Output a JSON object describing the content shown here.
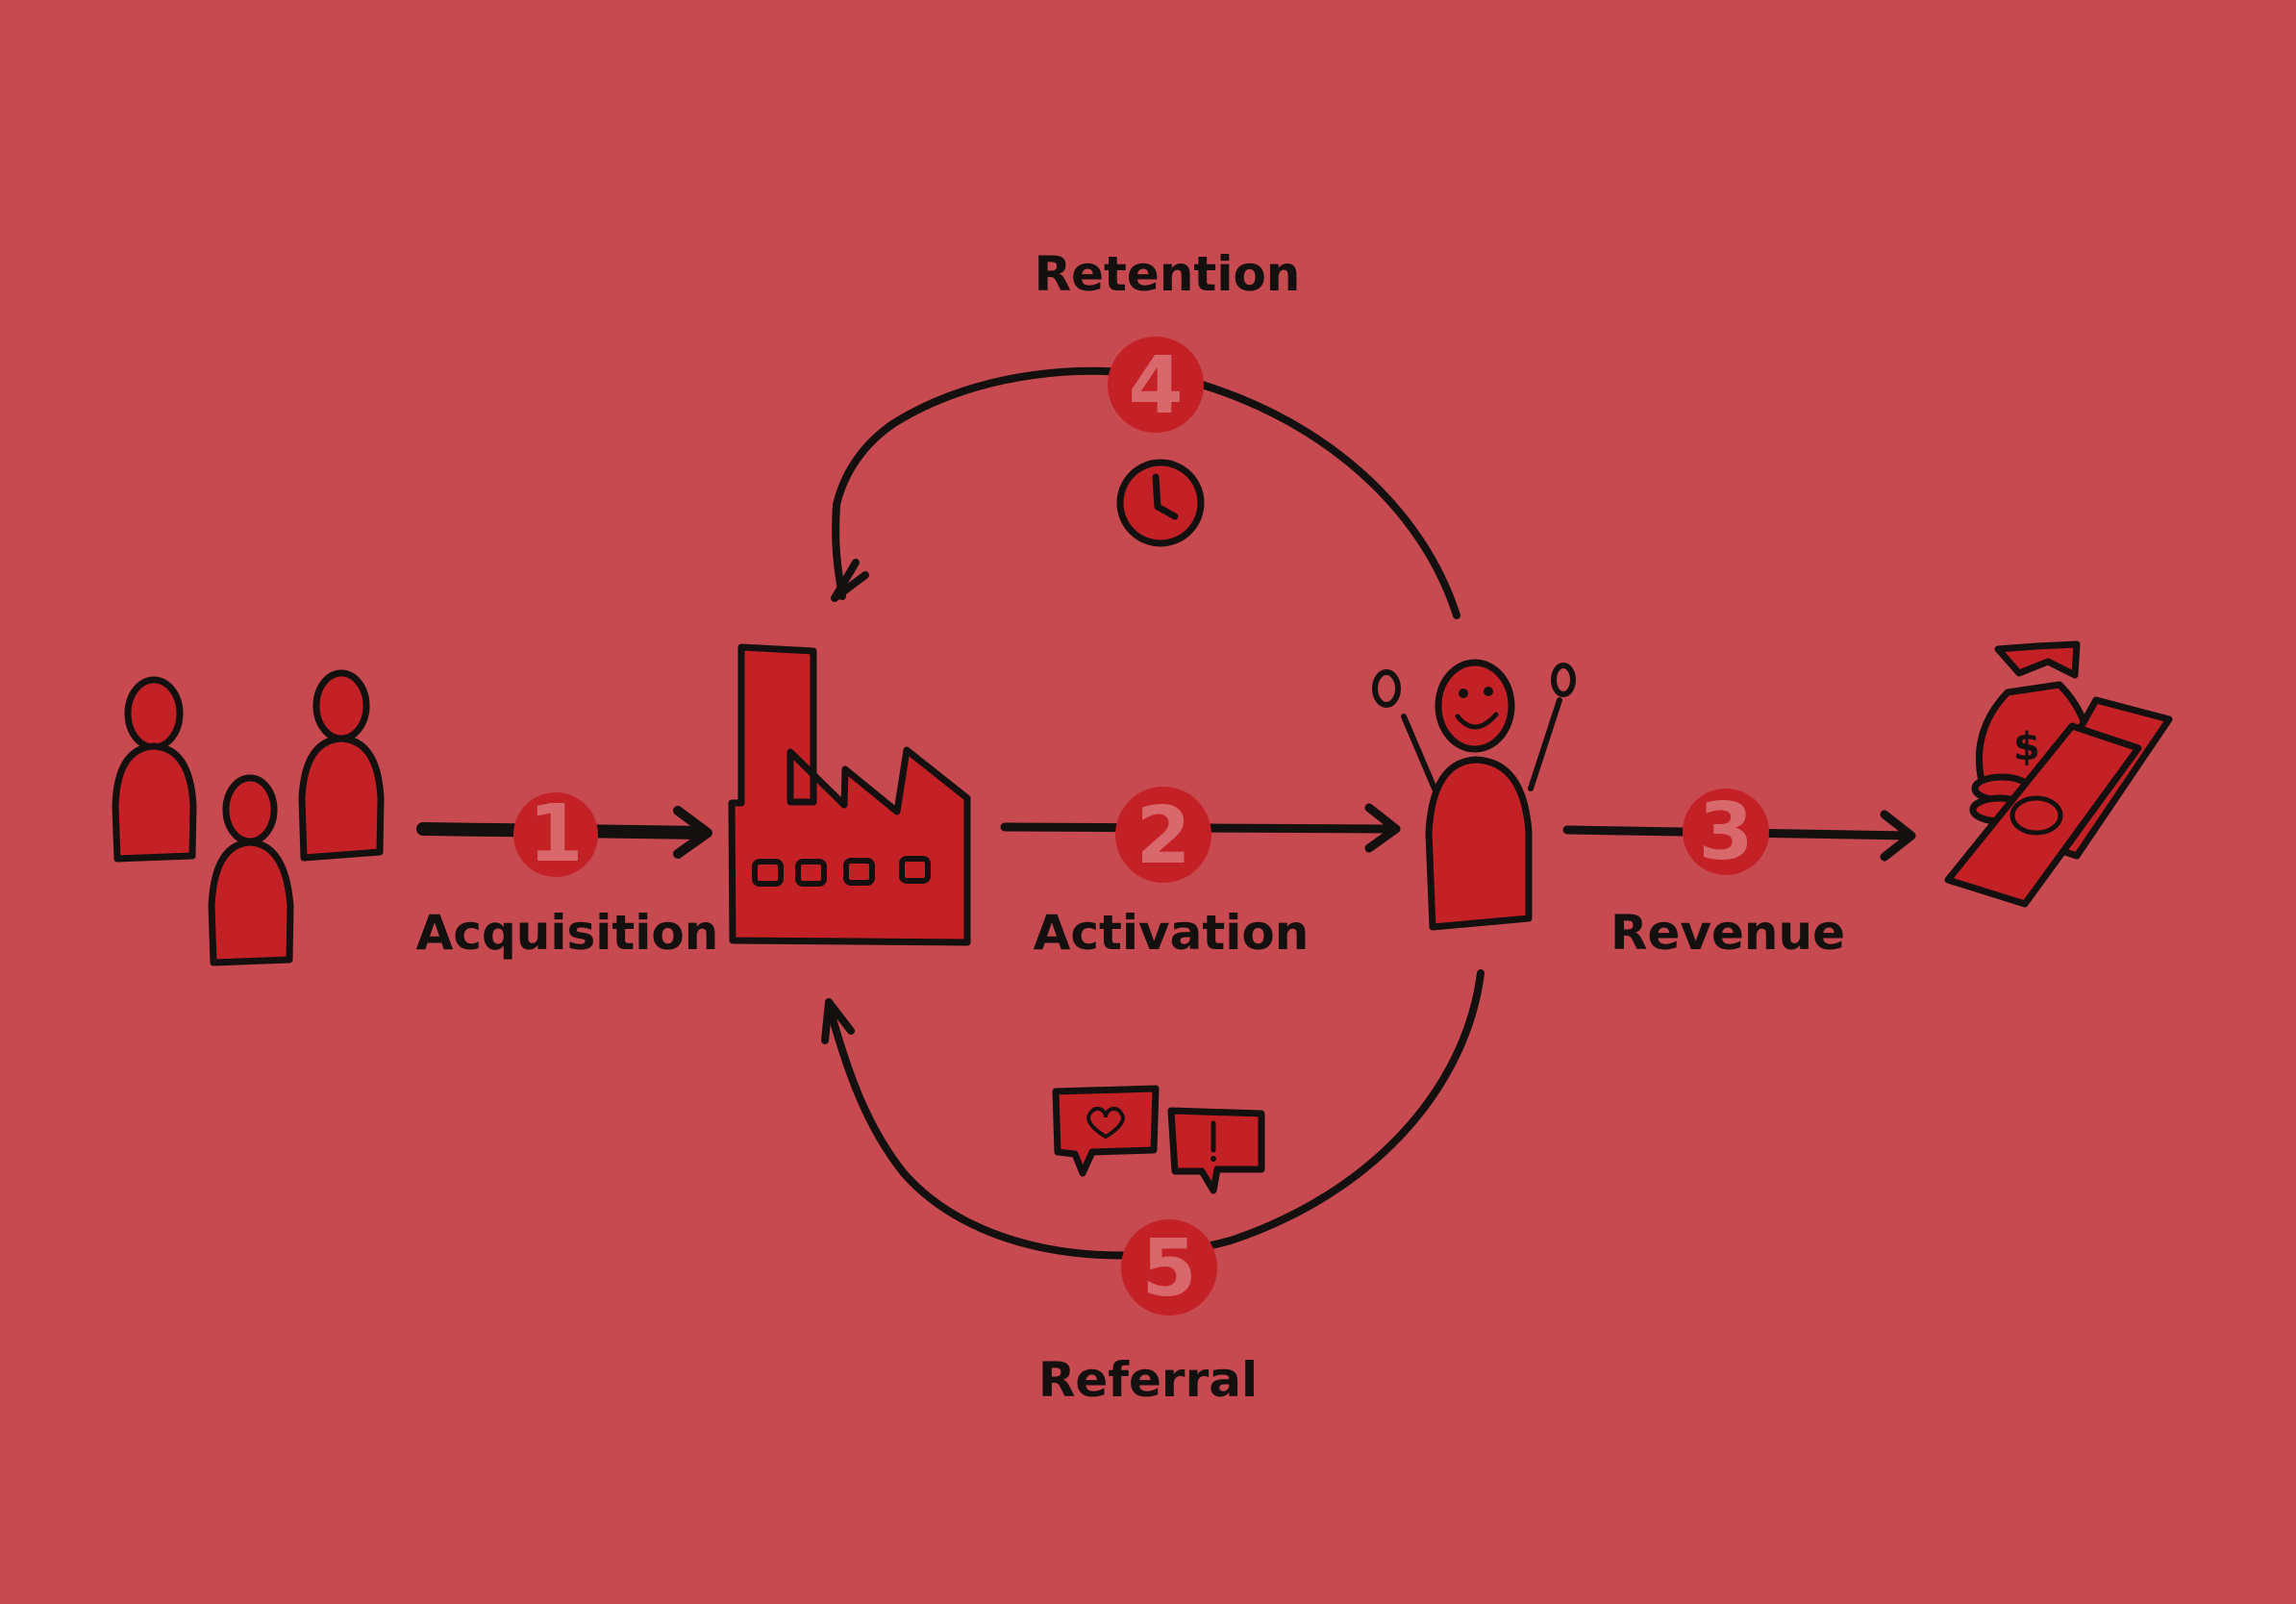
{
  "colors": {
    "background": "#c64a4f",
    "accent": "#c42127",
    "ink": "#141010",
    "badge_text": "#d8686b"
  },
  "stages": [
    {
      "step": "1",
      "label": "Acquisition"
    },
    {
      "step": "2",
      "label": "Activation"
    },
    {
      "step": "3",
      "label": "Revenue"
    },
    {
      "step": "4",
      "label": "Retention"
    },
    {
      "step": "5",
      "label": "Referral"
    }
  ],
  "icons": {
    "users": "group-of-people-icon",
    "company": "factory-icon",
    "customer": "happy-person-icon",
    "money": "money-bag-and-banknotes-icon",
    "retention": "clock-icon",
    "referral": "speech-bubbles-icon"
  }
}
